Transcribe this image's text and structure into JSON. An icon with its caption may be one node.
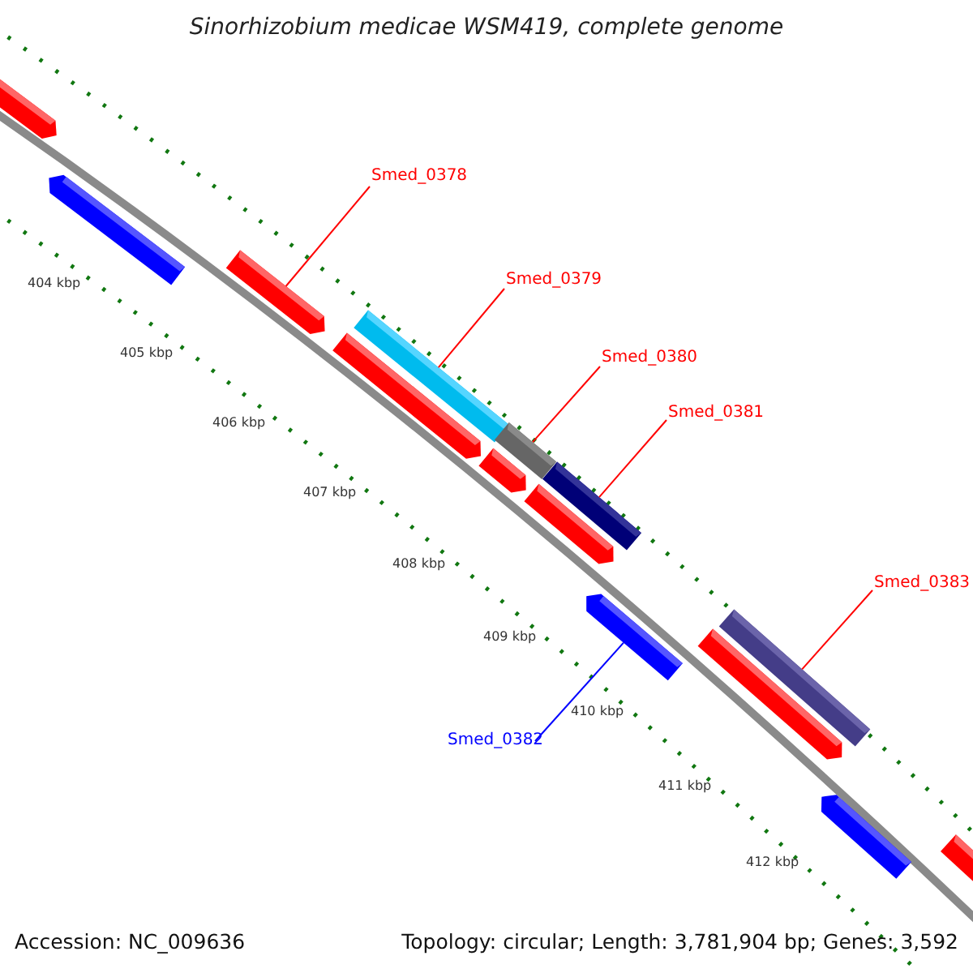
{
  "diagram": {
    "title": "Sinorhizobium medicae WSM419, complete genome",
    "nodes": [
      {
        "text": [],
        "shape": "bar"
      },
      {
        "text": [],
        "shape": "bar"
      },
      {
        "text": [
          "Smed_0378"
        ]
      },
      {
        "text": [],
        "shape": "bar"
      },
      {
        "text": [
          "Smed_0379"
        ]
      },
      {
        "text": [],
        "shape": "bar"
      },
      {
        "text": [],
        "shape": "bar"
      },
      {
        "text": [
          "Smed_0380"
        ]
      },
      {
        "text": [],
        "shape": "bar"
      },
      {
        "text": [],
        "shape": "bar"
      },
      {
        "text": [
          "Smed_0381"
        ]
      },
      {
        "text": [],
        "shape": "bar"
      },
      {
        "text": [],
        "shape": "bar"
      },
      {
        "text": [
          "Smed_0383"
        ]
      },
      {
        "text": [],
        "shape": "bar"
      },
      {
        "text": [],
        "shape": "bar"
      },
      {
        "text": [],
        "shape": "bar"
      },
      {
        "text": [
          "Smed_0382"
        ]
      },
      {
        "text": [],
        "shape": "bar"
      },
      {
        "text": [],
        "shape": "bar"
      }
    ],
    "edges": [
      {
        "from": 2,
        "to": 3,
        "arrow": "none"
      },
      {
        "from": 4,
        "to": 5,
        "arrow": "none"
      },
      {
        "from": 7,
        "to": 8,
        "arrow": "none"
      },
      {
        "from": 10,
        "to": 11,
        "arrow": "none"
      },
      {
        "from": 17,
        "to": 14,
        "arrow": "none",
        "color": "#0000ff"
      },
      {
        "from": 13,
        "to": 15,
        "arrow": "none"
      }
    ],
    "labels": [
      "404 kbp",
      "405 kbp",
      "406 kbp",
      "407 kbp",
      "408 kbp",
      "409 kbp",
      "410 kbp",
      "411 kbp",
      "412 kbp",
      "Accession: NC_009636",
      "Topology: circular; Length: 3,781,904 bp; Genes: 3,592"
    ]
  }
}
